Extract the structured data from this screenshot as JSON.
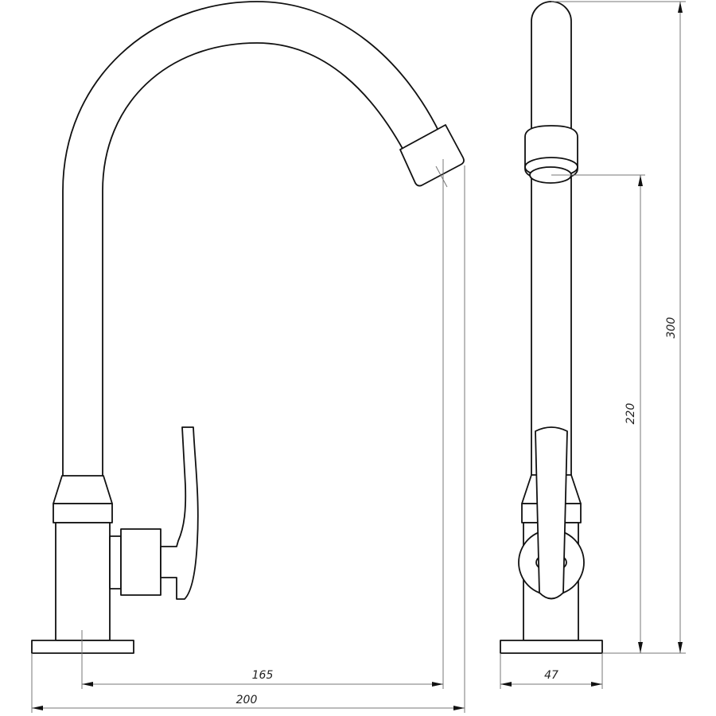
{
  "drawing": {
    "views": [
      "side-view",
      "front-view"
    ],
    "dimensions": {
      "spout_reach": "165",
      "overall_width": "200",
      "base_width": "47",
      "spout_height": "220",
      "overall_height": "300"
    }
  }
}
